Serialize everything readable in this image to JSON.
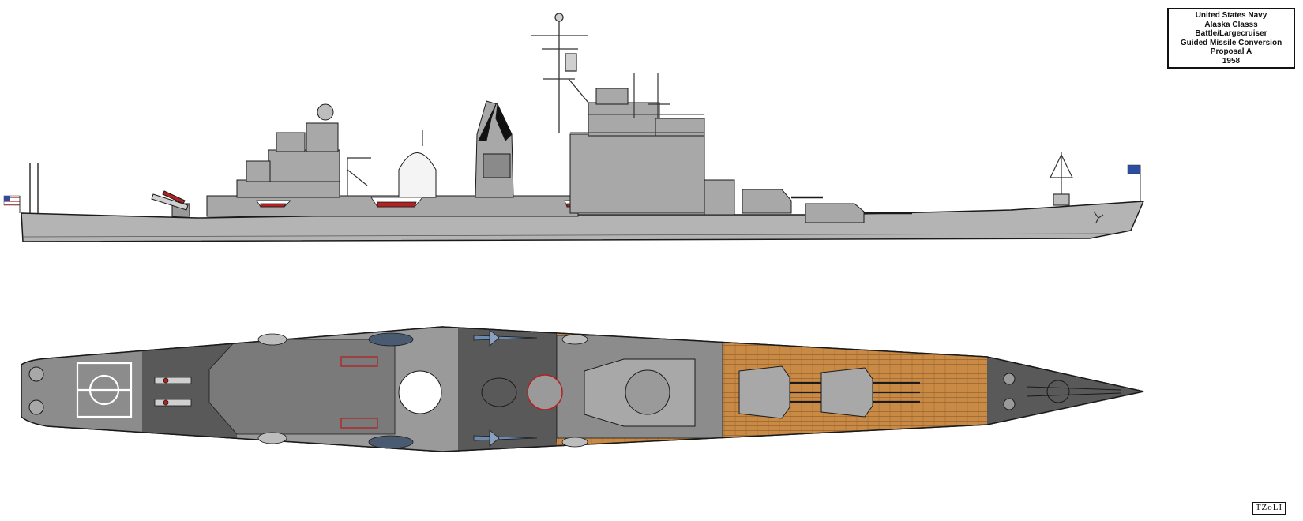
{
  "title_block": {
    "lines": [
      "United States Navy",
      "Alaska Classs Battle/Largecruiser",
      "Guided Missile Conversion",
      "Proposal A",
      "1958"
    ]
  },
  "signature": "TZoLI",
  "colors": {
    "hull_gray": "#b4b4b4",
    "superstructure_gray": "#a8a8a8",
    "deck_dark": "#595959",
    "deck_mid": "#7a7a7a",
    "deck_light": "#9a9a9a",
    "wood_deck": "#c98a45",
    "outline": "#1a1a1a",
    "boat_red": "#b22222",
    "flag_blue": "#2b4ea0"
  }
}
